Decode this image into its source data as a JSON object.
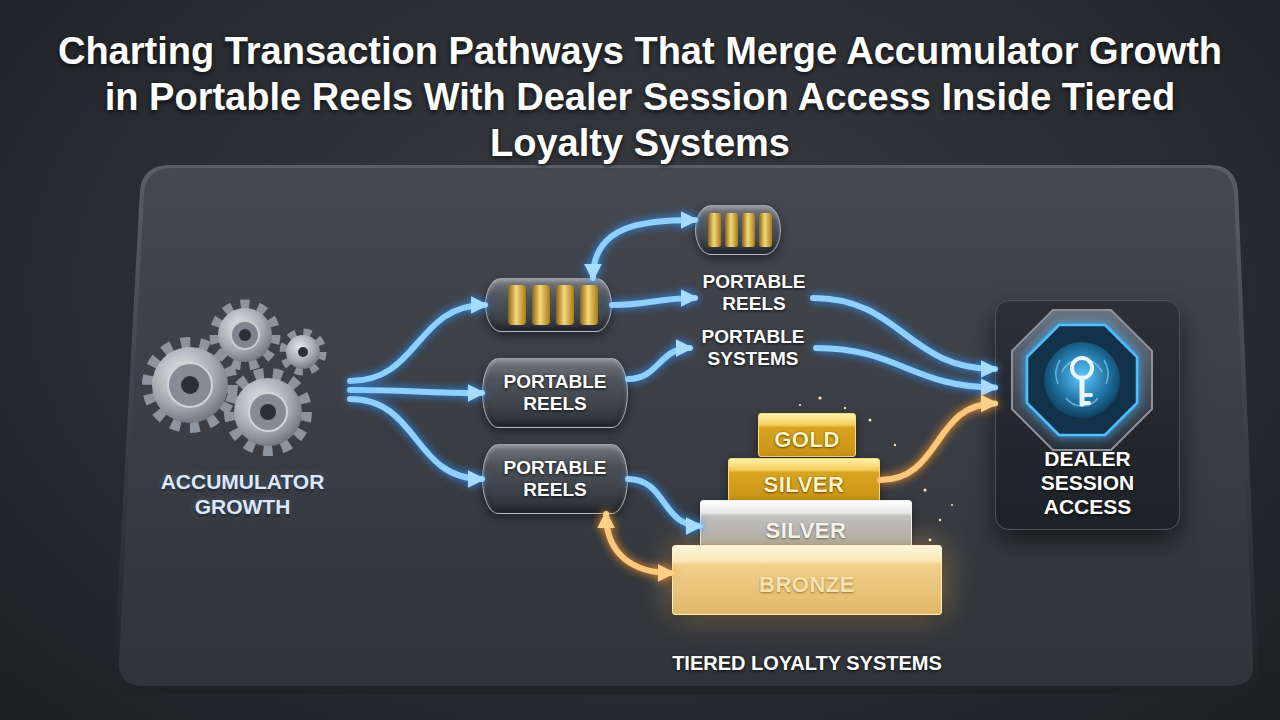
{
  "diagram": {
    "title": "Charting Transaction Pathways That Merge Accumulator Growth in Portable Reels With Dealer Session Access Inside Tiered Loyalty Systems",
    "nodes": [
      {
        "text": [
          "ACCUMULATOR GROWTH"
        ]
      },
      {
        "text": []
      },
      {
        "text": []
      },
      {
        "text": [
          "PORTABLE REELS"
        ]
      },
      {
        "text": [
          "PORTABLE SYSTEMS"
        ]
      },
      {
        "text": [
          "PORTABLE REELS"
        ]
      },
      {
        "text": [
          "PORTABLE REELS"
        ]
      },
      {
        "text": [
          "TIERED LOYALTY SYSTEMS"
        ]
      },
      {
        "text": [
          "GOLD"
        ],
        "in": 7
      },
      {
        "text": [
          "SILVER"
        ],
        "in": 7
      },
      {
        "text": [
          "SILVER"
        ],
        "in": 7
      },
      {
        "text": [
          "BRONZE"
        ],
        "in": 7
      },
      {
        "text": [
          "DEALER SESSION ACCESS"
        ]
      }
    ],
    "edges": [
      {
        "from": 0,
        "to": 1,
        "arrow": "to"
      },
      {
        "from": 0,
        "to": 5,
        "arrow": "to"
      },
      {
        "from": 0,
        "to": 6,
        "arrow": "to"
      },
      {
        "from": 1,
        "to": 2,
        "arrow": "both"
      },
      {
        "from": 1,
        "to": 3,
        "arrow": "to"
      },
      {
        "from": 5,
        "to": 4,
        "arrow": "to"
      },
      {
        "from": 3,
        "to": 12,
        "arrow": "to"
      },
      {
        "from": 4,
        "to": 12,
        "arrow": "to"
      },
      {
        "from": 6,
        "to": 10,
        "arrow": "to"
      },
      {
        "from": 6,
        "to": 11,
        "arrow": "both"
      },
      {
        "from": 9,
        "to": 12,
        "arrow": "to"
      }
    ]
  }
}
